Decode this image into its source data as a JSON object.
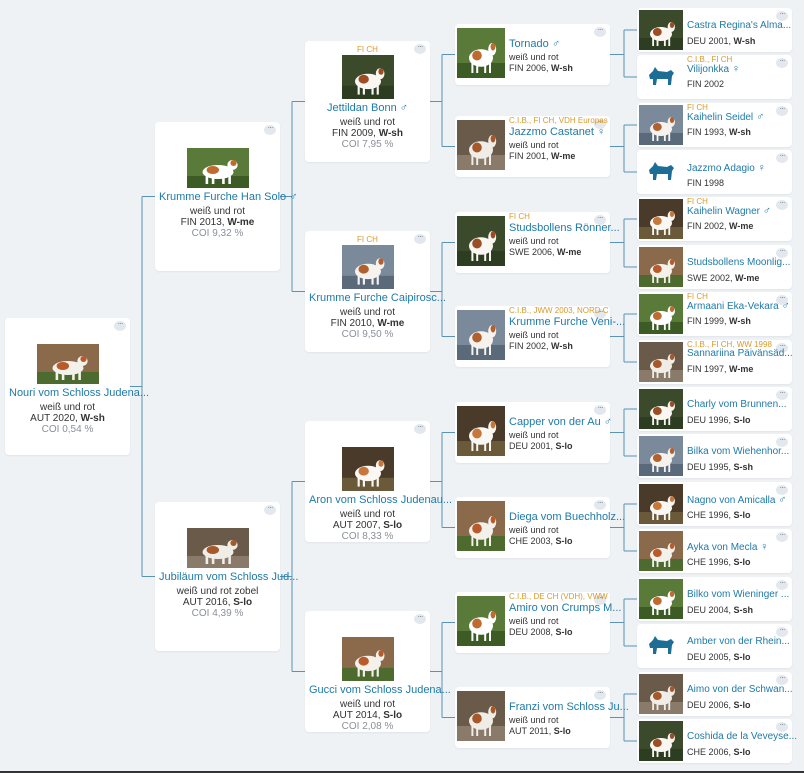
{
  "gen0": {
    "name": "Nouri vom Schloss Judena...",
    "color": "weiß und rot",
    "year": "AUT 2020,",
    "coat": "W-sh",
    "coi": "COI 0,54 %"
  },
  "gen1": [
    {
      "title": "",
      "name": "Krumme Furche Han Solo",
      "sex": "♂",
      "color": "weiß und rot",
      "year": "FIN 2013,",
      "coat": "W-me",
      "coi": "COI 9,32 %"
    },
    {
      "title": "",
      "name": "Jubiläum vom Schloss Jud...",
      "sex": "",
      "color": "weiß und rot zobel",
      "year": "AUT 2016,",
      "coat": "S-lo",
      "coi": "COI 4,39 %"
    }
  ],
  "gen2": [
    {
      "title": "FI CH",
      "name": "Jettildan Bonn",
      "sex": "♂",
      "color": "weiß und rot",
      "year": "FIN 2009,",
      "coat": "W-sh",
      "coi": "COI 7,95 %"
    },
    {
      "title": "FI CH",
      "name": "Krumme Furche Caipirosc...",
      "sex": "",
      "color": "weiß und rot",
      "year": "FIN 2010,",
      "coat": "W-me",
      "coi": "COI 9,50 %"
    },
    {
      "title": "",
      "name": "Aron vom Schloss Judenau...",
      "sex": "",
      "color": "weiß und rot",
      "year": "AUT 2007,",
      "coat": "S-lo",
      "coi": "COI 8,33 %"
    },
    {
      "title": "",
      "name": "Gucci vom Schloss Judena...",
      "sex": "",
      "color": "weiß und rot",
      "year": "AUT 2014,",
      "coat": "S-lo",
      "coi": "COI 2,08 %"
    }
  ],
  "gen3": [
    {
      "title": "",
      "name": "Tornado",
      "sex": "♂",
      "color": "weiß und rot",
      "year": "FIN 2006,",
      "coat": "W-sh"
    },
    {
      "title": "C.I.B., FI CH, VDH Europas",
      "name": "Jazzmo Castanet",
      "sex": "♀",
      "color": "weiß und rot",
      "year": "FIN 2001,",
      "coat": "W-me"
    },
    {
      "title": "FI CH",
      "name": "Studsbollens Rönner...",
      "sex": "",
      "color": "weiß und rot",
      "year": "SWE 2006,",
      "coat": "W-me"
    },
    {
      "title": "C.I.B., JWW 2003, NORD C",
      "name": "Krumme Furche Veni-...",
      "sex": "",
      "color": "weiß und rot",
      "year": "FIN 2002,",
      "coat": "W-sh"
    },
    {
      "title": "",
      "name": "Capper von der Au",
      "sex": "♂",
      "color": "weiß und rot",
      "year": "DEU 2001,",
      "coat": "S-lo"
    },
    {
      "title": "",
      "name": "Diega vom Buechholz...",
      "sex": "",
      "color": "weiß und rot",
      "year": "CHE 2003,",
      "coat": "S-lo"
    },
    {
      "title": "C.I.B., DE CH (VDH), VWW",
      "name": "Amiro von Crumps M...",
      "sex": "",
      "color": "weiß und rot",
      "year": "DEU 2008,",
      "coat": "S-lo"
    },
    {
      "title": "",
      "name": "Franzi vom Schloss Ju...",
      "sex": "",
      "color": "weiß und rot",
      "year": "AUT 2011,",
      "coat": "S-lo"
    }
  ],
  "gen4": [
    {
      "title": "",
      "name": "Castra Regina's Alma...",
      "sex": "",
      "year": "DEU 2001,",
      "coat": "W-sh"
    },
    {
      "title": "C.I.B., FI CH",
      "name": "Vilijonkka",
      "sex": "♀",
      "year": "FIN 2002",
      "coat": ""
    },
    {
      "title": "FI CH",
      "name": "Kaihelin Seidel",
      "sex": "♂",
      "year": "FIN 1993,",
      "coat": "W-sh"
    },
    {
      "title": "",
      "name": "Jazzmo Adagio",
      "sex": "♀",
      "year": "FIN 1998",
      "coat": ""
    },
    {
      "title": "FI CH",
      "name": "Kaihelin Wagner",
      "sex": "♂",
      "year": "FIN 2002,",
      "coat": "W-me"
    },
    {
      "title": "",
      "name": "Studsbollens Moonlig...",
      "sex": "",
      "year": "SWE 2002,",
      "coat": "W-me"
    },
    {
      "title": "FI CH",
      "name": "Armaani Eka-Vekara",
      "sex": "♂",
      "year": "FIN 1999,",
      "coat": "W-sh"
    },
    {
      "title": "C.I.B., FI CH, WW 1998",
      "name": "Sannariina Päivänsäd...",
      "sex": "",
      "year": "FIN 1997,",
      "coat": "W-me"
    },
    {
      "title": "",
      "name": "Charly vom Brunnen...",
      "sex": "",
      "year": "DEU 1996,",
      "coat": "S-lo"
    },
    {
      "title": "",
      "name": "Bilka vom Wiehenhor...",
      "sex": "",
      "year": "DEU 1995,",
      "coat": "S-sh"
    },
    {
      "title": "",
      "name": "Nagno von Amicalla",
      "sex": "♂",
      "year": "CHE 1996,",
      "coat": "S-lo"
    },
    {
      "title": "",
      "name": "Ayka von Mecla",
      "sex": "♀",
      "year": "CHE 1996,",
      "coat": "S-lo"
    },
    {
      "title": "",
      "name": "Bilko vom Wieninger ...",
      "sex": "",
      "year": "DEU 2004,",
      "coat": "S-sh"
    },
    {
      "title": "",
      "name": "Amber von der Rhein...",
      "sex": "",
      "year": "DEU 2005,",
      "coat": "S-lo"
    },
    {
      "title": "",
      "name": "Aimo von der Schwan...",
      "sex": "",
      "year": "DEU 2006,",
      "coat": "S-lo"
    },
    {
      "title": "",
      "name": "Coshida de la Veveyse...",
      "sex": "",
      "year": "CHE 2006,",
      "coat": "S-lo"
    }
  ],
  "more_label": "···",
  "colors": {
    "link": "#1f7aa8",
    "line": "#5b93b8",
    "title": "#d99a2b",
    "placeholder_icon": "#1d6e96"
  }
}
